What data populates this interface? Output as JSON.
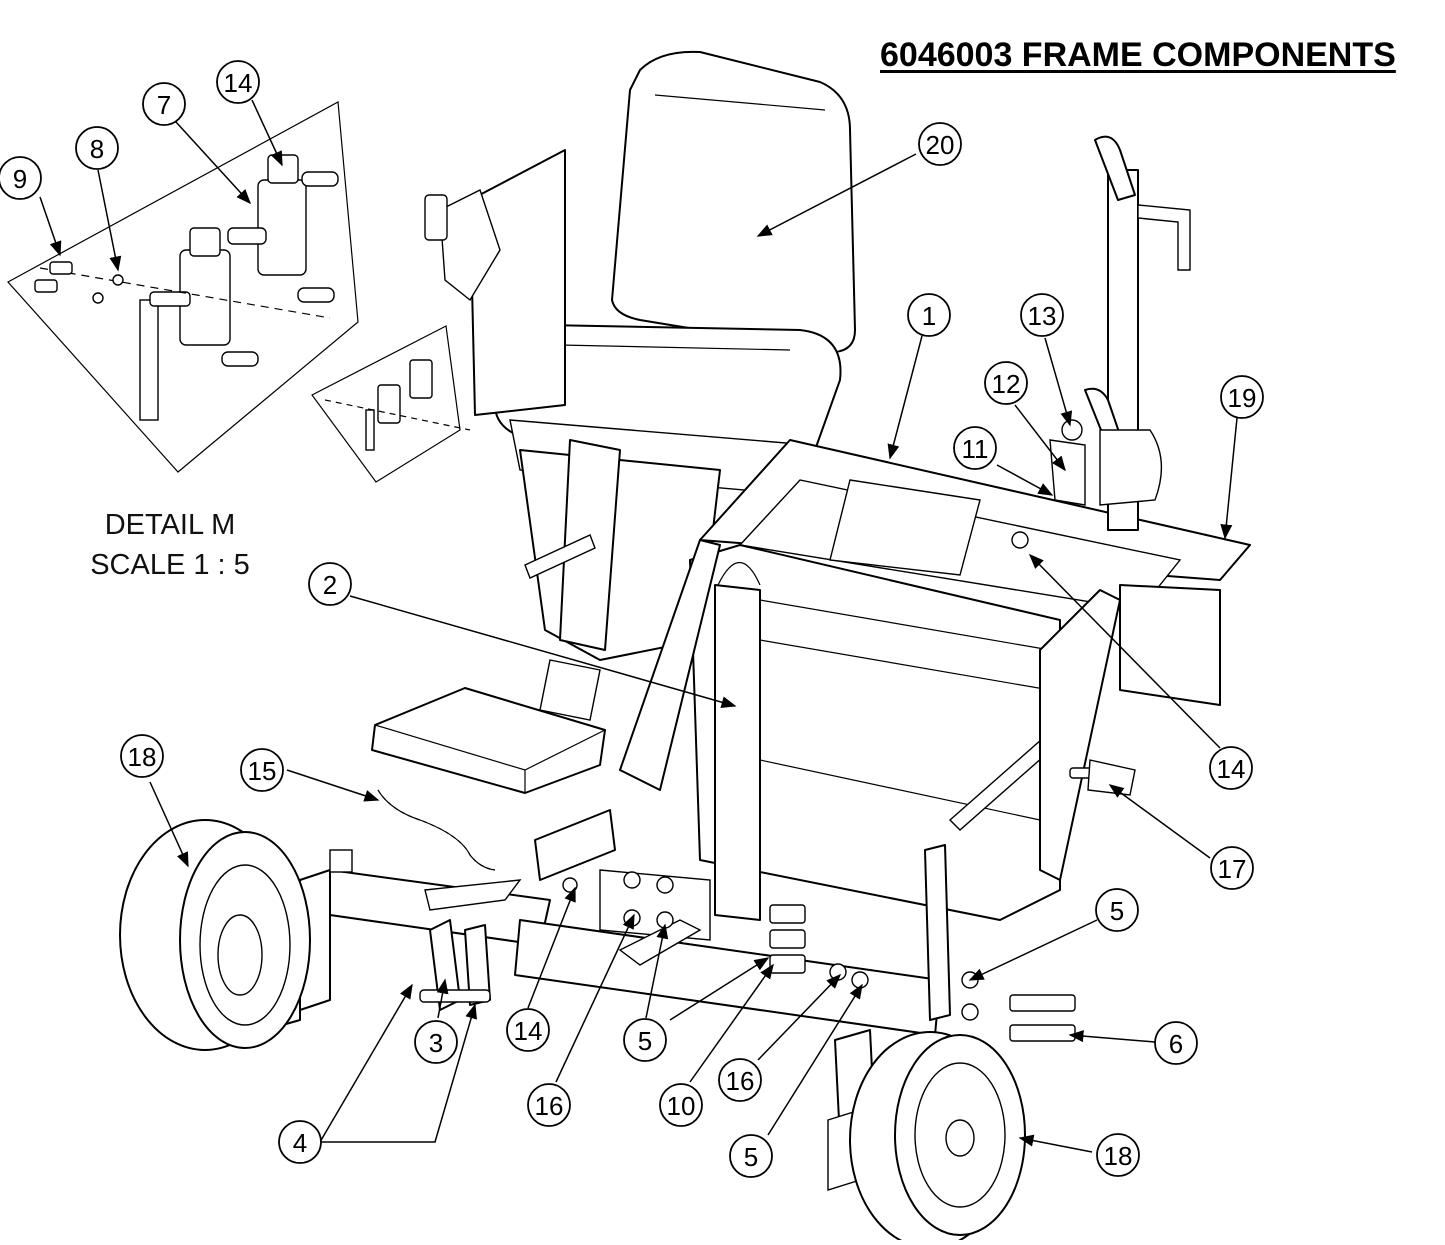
{
  "title": "6046003 FRAME COMPONENTS",
  "detail": {
    "line1": "DETAIL M",
    "line2": "SCALE 1 : 5"
  },
  "callouts": [
    {
      "id": "c9",
      "label": "9"
    },
    {
      "id": "c8",
      "label": "8"
    },
    {
      "id": "c7",
      "label": "7"
    },
    {
      "id": "c14a",
      "label": "14"
    },
    {
      "id": "c20",
      "label": "20"
    },
    {
      "id": "c1",
      "label": "1"
    },
    {
      "id": "c13",
      "label": "13"
    },
    {
      "id": "c12",
      "label": "12"
    },
    {
      "id": "c11",
      "label": "11"
    },
    {
      "id": "c19",
      "label": "19"
    },
    {
      "id": "c2",
      "label": "2"
    },
    {
      "id": "c14b",
      "label": "14"
    },
    {
      "id": "c17",
      "label": "17"
    },
    {
      "id": "c18a",
      "label": "18"
    },
    {
      "id": "c15",
      "label": "15"
    },
    {
      "id": "c5a",
      "label": "5"
    },
    {
      "id": "c6",
      "label": "6"
    },
    {
      "id": "c3",
      "label": "3"
    },
    {
      "id": "c14c",
      "label": "14"
    },
    {
      "id": "c5b",
      "label": "5"
    },
    {
      "id": "c16a",
      "label": "16"
    },
    {
      "id": "c10",
      "label": "10"
    },
    {
      "id": "c16b",
      "label": "16"
    },
    {
      "id": "c4",
      "label": "4"
    },
    {
      "id": "c5c",
      "label": "5"
    },
    {
      "id": "c18b",
      "label": "18"
    }
  ]
}
